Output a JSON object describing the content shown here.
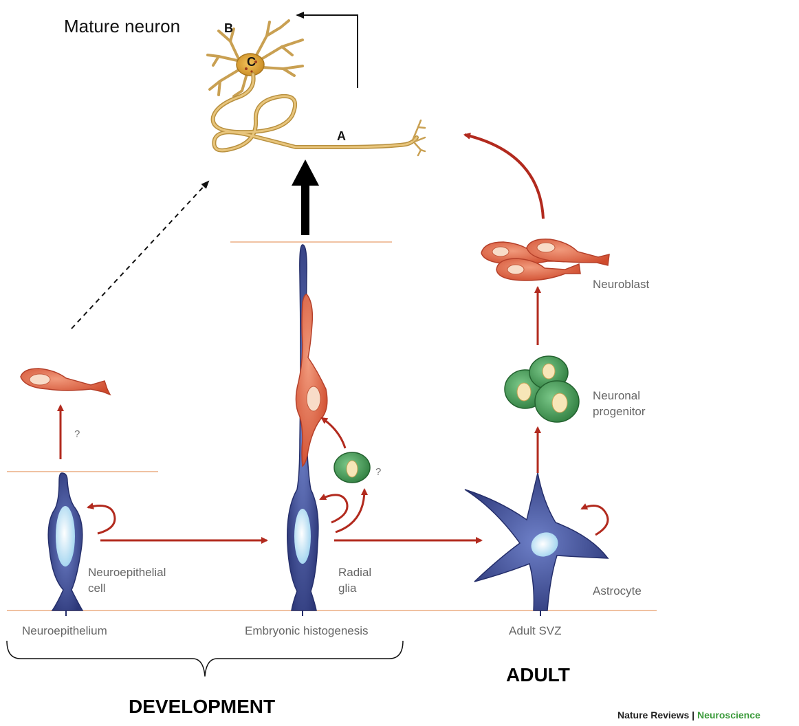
{
  "title": "Mature neuron",
  "neuron_parts": {
    "axon": "A",
    "dendrite": "B",
    "cell_body": "C"
  },
  "cell_labels": {
    "neuroepithelial_cell": [
      "Neuroepithelial",
      "cell"
    ],
    "radial_glia": [
      "Radial",
      "glia"
    ],
    "astrocyte": "Astrocyte",
    "neuronal_progenitor": [
      "Neuronal",
      "progenitor"
    ],
    "neuroblast": "Neuroblast"
  },
  "question_marks": [
    "?",
    "?"
  ],
  "stages": [
    "Neuroepithelium",
    "Embryonic histogenesis",
    "Adult SVZ"
  ],
  "sections": {
    "development": "DEVELOPMENT",
    "adult": "ADULT"
  },
  "credit": {
    "journal": "Nature Reviews",
    "separator": " | ",
    "section": "Neuroscience"
  },
  "colors": {
    "arrow_red": "#b22a1e",
    "baseline": "#f0c2a2",
    "blue_cell": "#3b4a8f",
    "blue_nucleus": "#bfe4f7",
    "green_cell": "#3f9a52",
    "orange_cell": "#e2674a",
    "neuron_gold": "#c9a052"
  }
}
